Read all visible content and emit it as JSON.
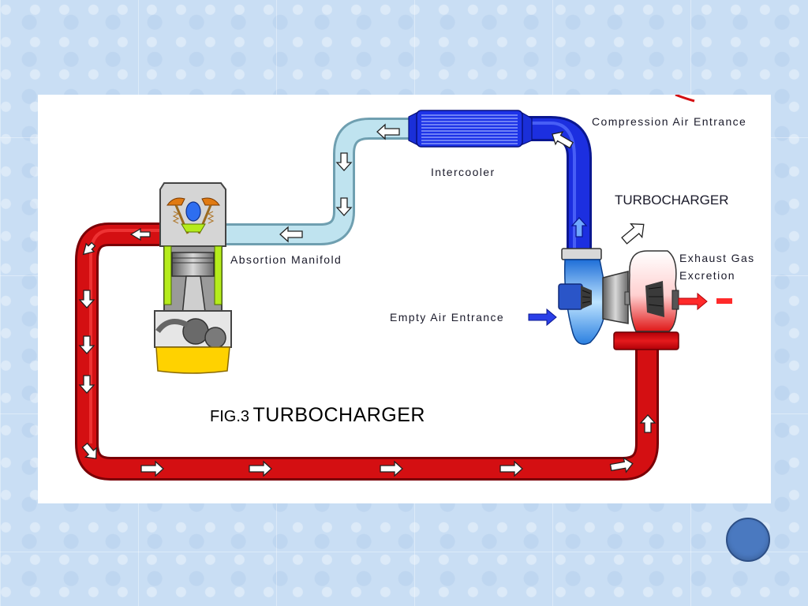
{
  "labels": {
    "compression_air_entrance": "Compression Air Entrance",
    "intercooler": "Intercooler",
    "turbocharger": "TURBOCHARGER",
    "exhaust_gas_excretion_line1": "Exhaust Gas",
    "exhaust_gas_excretion_line2": "Excretion",
    "absortion_manifold": "Absortion Manifold",
    "empty_air_entrance": "Empty Air Entrance"
  },
  "caption": {
    "prefix": "FIG.3",
    "title": "TURBOCHARGER"
  },
  "colors": {
    "hot_pipe": "#d40f12",
    "cold_pipe": "#1c2fe0",
    "cool_pipe": "#bfe3ef",
    "engine_yellow": "#ffd200",
    "engine_green": "#b5ec1c",
    "nav_button": "#4a79c0"
  }
}
